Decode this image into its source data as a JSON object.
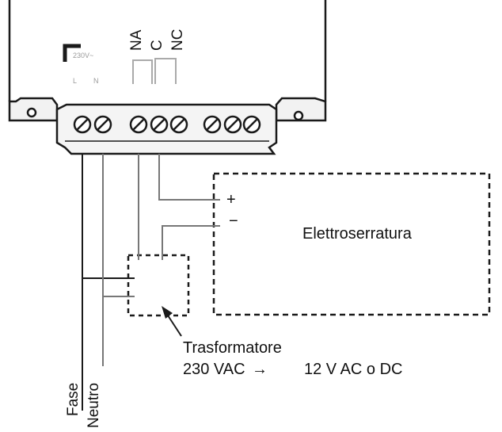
{
  "device": {
    "voltage_marking": "230V~",
    "terminal_marking_l": "L",
    "terminal_marking_n": "N"
  },
  "contacts": {
    "na": "NA",
    "c": "C",
    "nc": "NC"
  },
  "lock": {
    "title": "Elettroserratura",
    "plus": "+",
    "minus": "−"
  },
  "transformer": {
    "title": "Trasformatore",
    "input": "230 VAC",
    "arrow": "→",
    "output": "12 V AC o DC"
  },
  "wires": {
    "fase": "Fase",
    "neutro": "Neutro"
  },
  "colors": {
    "line": "#1a1a1a",
    "wire_gray": "#777777",
    "terminal_fill": "#f2f2f2",
    "faint_text": "#9a9a9a"
  }
}
